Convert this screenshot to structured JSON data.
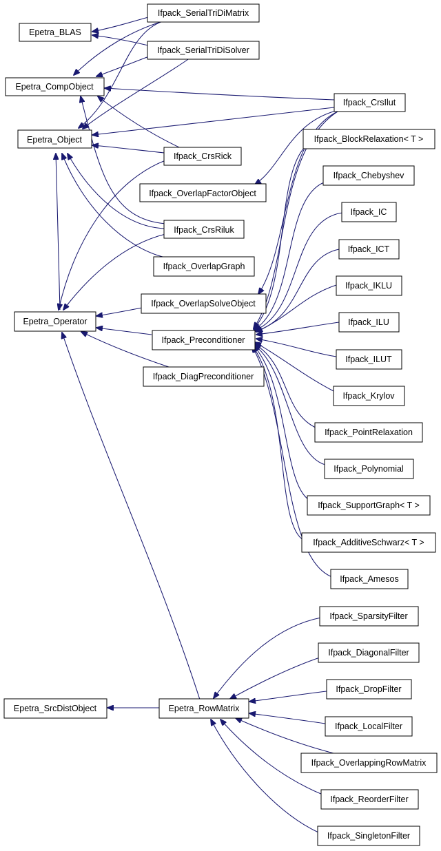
{
  "edge_color": "#191970",
  "node_border_color": "#000000",
  "background_color": "#ffffff",
  "nodes": {
    "epetra_blas": "Epetra_BLAS",
    "epetra_compobject": "Epetra_CompObject",
    "epetra_object": "Epetra_Object",
    "epetra_operator": "Epetra_Operator",
    "epetra_srcdistobject": "Epetra_SrcDistObject",
    "epetra_rowmatrix": "Epetra_RowMatrix",
    "ifpack_serialtridimatrix": "Ifpack_SerialTriDiMatrix",
    "ifpack_serialtridisolver": "Ifpack_SerialTriDiSolver",
    "ifpack_crsilut": "Ifpack_CrsIlut",
    "ifpack_crsrick": "Ifpack_CrsRick",
    "ifpack_overlapfactorobject": "Ifpack_OverlapFactorObject",
    "ifpack_crsriluk": "Ifpack_CrsRiluk",
    "ifpack_overlapgraph": "Ifpack_OverlapGraph",
    "ifpack_overlapsolveobject": "Ifpack_OverlapSolveObject",
    "ifpack_preconditioner": "Ifpack_Preconditioner",
    "ifpack_diagpreconditioner": "Ifpack_DiagPreconditioner",
    "ifpack_blockrelaxation": "Ifpack_BlockRelaxation< T >",
    "ifpack_chebyshev": "Ifpack_Chebyshev",
    "ifpack_ic": "Ifpack_IC",
    "ifpack_ict": "Ifpack_ICT",
    "ifpack_iklu": "Ifpack_IKLU",
    "ifpack_ilu": "Ifpack_ILU",
    "ifpack_ilut": "Ifpack_ILUT",
    "ifpack_krylov": "Ifpack_Krylov",
    "ifpack_pointrelaxation": "Ifpack_PointRelaxation",
    "ifpack_polynomial": "Ifpack_Polynomial",
    "ifpack_supportgraph": "Ifpack_SupportGraph< T >",
    "ifpack_additiveschwarz": "Ifpack_AdditiveSchwarz< T >",
    "ifpack_amesos": "Ifpack_Amesos",
    "ifpack_sparsityfilter": "Ifpack_SparsityFilter",
    "ifpack_diagonalfilter": "Ifpack_DiagonalFilter",
    "ifpack_dropfilter": "Ifpack_DropFilter",
    "ifpack_localfilter": "Ifpack_LocalFilter",
    "ifpack_overlappingrowmatrix": "Ifpack_OverlappingRowMatrix",
    "ifpack_reorderfilter": "Ifpack_ReorderFilter",
    "ifpack_singletonfilter": "Ifpack_SingletonFilter"
  },
  "edges": [
    {
      "from": "ifpack_serialtridimatrix",
      "to": "epetra_blas"
    },
    {
      "from": "ifpack_serialtridimatrix",
      "to": "epetra_compobject"
    },
    {
      "from": "ifpack_serialtridimatrix",
      "to": "epetra_object"
    },
    {
      "from": "ifpack_serialtridisolver",
      "to": "epetra_blas"
    },
    {
      "from": "ifpack_serialtridisolver",
      "to": "epetra_compobject"
    },
    {
      "from": "ifpack_serialtridisolver",
      "to": "epetra_object"
    },
    {
      "from": "ifpack_crsilut",
      "to": "epetra_compobject"
    },
    {
      "from": "ifpack_crsilut",
      "to": "epetra_object"
    },
    {
      "from": "ifpack_crsilut",
      "to": "ifpack_overlapfactorobject"
    },
    {
      "from": "ifpack_crsilut",
      "to": "ifpack_overlapsolveobject"
    },
    {
      "from": "ifpack_crsrick",
      "to": "epetra_compobject"
    },
    {
      "from": "ifpack_crsrick",
      "to": "epetra_object"
    },
    {
      "from": "ifpack_crsrick",
      "to": "epetra_operator"
    },
    {
      "from": "ifpack_crsriluk",
      "to": "epetra_compobject"
    },
    {
      "from": "ifpack_crsriluk",
      "to": "epetra_object"
    },
    {
      "from": "ifpack_crsriluk",
      "to": "epetra_operator"
    },
    {
      "from": "ifpack_overlapgraph",
      "to": "epetra_object"
    },
    {
      "from": "ifpack_overlapsolveobject",
      "to": "epetra_operator"
    },
    {
      "from": "ifpack_preconditioner",
      "to": "epetra_operator"
    },
    {
      "from": "ifpack_diagpreconditioner",
      "to": "epetra_operator"
    },
    {
      "from": "epetra_operator",
      "to": "epetra_object"
    },
    {
      "from": "ifpack_blockrelaxation",
      "to": "ifpack_preconditioner"
    },
    {
      "from": "ifpack_chebyshev",
      "to": "ifpack_preconditioner"
    },
    {
      "from": "ifpack_ic",
      "to": "ifpack_preconditioner"
    },
    {
      "from": "ifpack_ict",
      "to": "ifpack_preconditioner"
    },
    {
      "from": "ifpack_iklu",
      "to": "ifpack_preconditioner"
    },
    {
      "from": "ifpack_ilu",
      "to": "ifpack_preconditioner"
    },
    {
      "from": "ifpack_ilut",
      "to": "ifpack_preconditioner"
    },
    {
      "from": "ifpack_krylov",
      "to": "ifpack_preconditioner"
    },
    {
      "from": "ifpack_pointrelaxation",
      "to": "ifpack_preconditioner"
    },
    {
      "from": "ifpack_polynomial",
      "to": "ifpack_preconditioner"
    },
    {
      "from": "ifpack_supportgraph",
      "to": "ifpack_preconditioner"
    },
    {
      "from": "ifpack_additiveschwarz",
      "to": "ifpack_preconditioner"
    },
    {
      "from": "ifpack_amesos",
      "to": "ifpack_preconditioner"
    },
    {
      "from": "ifpack_crsilut",
      "to": "ifpack_preconditioner"
    },
    {
      "from": "epetra_rowmatrix",
      "to": "epetra_operator"
    },
    {
      "from": "epetra_rowmatrix",
      "to": "epetra_srcdistobject"
    },
    {
      "from": "ifpack_sparsityfilter",
      "to": "epetra_rowmatrix"
    },
    {
      "from": "ifpack_diagonalfilter",
      "to": "epetra_rowmatrix"
    },
    {
      "from": "ifpack_dropfilter",
      "to": "epetra_rowmatrix"
    },
    {
      "from": "ifpack_localfilter",
      "to": "epetra_rowmatrix"
    },
    {
      "from": "ifpack_overlappingrowmatrix",
      "to": "epetra_rowmatrix"
    },
    {
      "from": "ifpack_reorderfilter",
      "to": "epetra_rowmatrix"
    },
    {
      "from": "ifpack_singletonfilter",
      "to": "epetra_rowmatrix"
    }
  ]
}
